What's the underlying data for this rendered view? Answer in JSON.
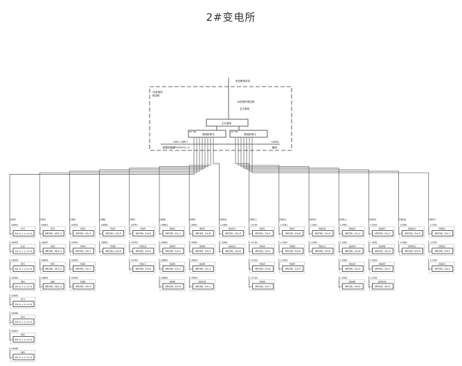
{
  "title": "2#变电所",
  "incoming_label": "来自配电总站",
  "substation_frame": {
    "name": "2#变电所",
    "sub": "低压柜",
    "note1": "2#变电所低压柜",
    "note2": "主计量柜"
  },
  "main_panel": "主计量柜",
  "left_panel": {
    "tag": "GAC-0N1",
    "label": "馈线柜单元"
  },
  "right_panel": {
    "tag": "GAC-0N2",
    "label": "馈线柜单元"
  },
  "bus_left_label": "COM1-COM17",
  "bus_left_note": "数据采集器RVVSP2X1.0",
  "bus_right_label": "COM18",
  "bus_right_note": "备用",
  "columns": [
    {
      "com": "COM3",
      "items": [
        {
          "loop": "L0G01",
          "name": "G11",
          "model": "BMA-01-4-12-20-H9"
        },
        {
          "loop": "L0G02",
          "name": "G12",
          "model": "BMA-01-4-12-20-H9"
        },
        {
          "loop": "L0G03",
          "name": "GR1",
          "model": "BMA-01-4-12-20-H9"
        },
        {
          "loop": "L0G04",
          "name": "GR1",
          "model": "BMA-01-4-12-20-H9"
        },
        {
          "loop": "L0G05",
          "name": "GY1",
          "model": "BMA-01-4-12-20-H9"
        },
        {
          "loop": "L0G06",
          "name": "GY2",
          "model": "BMA-01-4-12-20-H9"
        },
        {
          "loop": "L0G07",
          "name": "GR2",
          "model": "BMA-01-4-12-20-H9"
        },
        {
          "loop": "L0G08",
          "name": "GW1",
          "model": "BMA-01-4-12-20-H9"
        }
      ]
    },
    {
      "com": "COM4",
      "items": [
        {
          "loop": "L0A01",
          "name": "GZ2",
          "model": "AMC96L-AE3+1"
        },
        {
          "loop": "L0A02",
          "name": "GR2",
          "model": "AMC96L-AE3+1"
        },
        {
          "loop": "L0A03",
          "name": "GR2",
          "model": "AMC96L-AE3+1"
        },
        {
          "loop": "L0A04",
          "name": "GW2",
          "model": "AMC96L-AE3+1"
        }
      ]
    },
    {
      "com": "COM5",
      "items": [
        {
          "loop": "L0501",
          "name": "7AA1",
          "model": "AMC96L-E4+1"
        },
        {
          "loop": "L0502",
          "name": "7AA4",
          "model": "AMC96L-E4+1"
        },
        {
          "loop": "L0503",
          "name": "7AA5",
          "model": "AMC96L-E4+7"
        },
        {
          "loop": "L0504",
          "name": "7AA6",
          "model": "AMC96L-E4+9"
        }
      ]
    },
    {
      "com": "COM6",
      "items": [
        {
          "loop": "L0601",
          "name": "7AA7",
          "model": "AMC96L-E4+9"
        },
        {
          "loop": "L0602",
          "name": "7AA8",
          "model": "AMC96L-E4+9"
        }
      ]
    },
    {
      "com": "COM7",
      "items": [
        {
          "loop": "L0701",
          "name": "7AA9",
          "model": "AMC96L-E4+8"
        },
        {
          "loop": "L0702",
          "name": "7AA10",
          "model": "AMC96L-E4+9"
        },
        {
          "loop": "L0703",
          "name": "7AA11",
          "model": "AMC96L-E4+6"
        }
      ]
    },
    {
      "com": "COM8",
      "items": [
        {
          "loop": "L0801",
          "name": "8AA1",
          "model": "AMC96L-E4+1"
        },
        {
          "loop": "L0802",
          "name": "8AA4",
          "model": "AMC96L-E4+7"
        },
        {
          "loop": "L0803",
          "name": "8AA5",
          "model": "AMC96L-E4+7"
        },
        {
          "loop": "L0804",
          "name": "8AA6",
          "model": "AMC96L-E4+9"
        }
      ]
    },
    {
      "com": "COM9",
      "items": [
        {
          "loop": "L0901",
          "name": "8AA7",
          "model": "AMC96L-E4+8"
        },
        {
          "loop": "L0902",
          "name": "8AA8",
          "model": "AMC96L-E4+5"
        },
        {
          "loop": "L0903",
          "name": "8AA9",
          "model": "AMC96L-E4+1"
        },
        {
          "loop": "L0904",
          "name": "8AA10",
          "model": "AMC96L-E4+1"
        }
      ]
    },
    {
      "com": "COM10",
      "items": [
        {
          "loop": "L1001",
          "name": "8AA11",
          "model": "AMC96L-E4+8"
        },
        {
          "loop": "L1002",
          "name": "8AA12",
          "model": "AMC96L-E4+8"
        }
      ]
    },
    {
      "com": "COM11",
      "items": [
        {
          "loop": "L1101",
          "name": "9AA1",
          "model": "AMC96L-E4+1"
        },
        {
          "loop": "L1102",
          "name": "9AA4",
          "model": "AMC96L-E4+1"
        },
        {
          "loop": "L1103",
          "name": "9AA5",
          "model": "AMC96L-E4+6"
        },
        {
          "loop": "L1104",
          "name": "9AA6",
          "model": "AMC96L-E4+7"
        }
      ]
    },
    {
      "com": "COM12",
      "items": [
        {
          "loop": "L1201",
          "name": "9AA7",
          "model": "AMC96L-E4+8"
        },
        {
          "loop": "L1202",
          "name": "9AA8",
          "model": "AMC96L-E4+6"
        },
        {
          "loop": "L1203",
          "name": "9AA9",
          "model": "AMC96L-E4+9"
        }
      ]
    },
    {
      "com": "COM13",
      "items": [
        {
          "loop": "L1301",
          "name": "9AA10",
          "model": "AMC96L-E4+9"
        },
        {
          "loop": "L1302",
          "name": "9AA11",
          "model": "AMC96L-E4+9"
        }
      ]
    },
    {
      "com": "COM14",
      "items": [
        {
          "loop": "L1401",
          "name": "10AA1",
          "model": "AMC96L-E4+1"
        },
        {
          "loop": "L1402",
          "name": "10AA4",
          "model": "AMC96L-E4+6"
        },
        {
          "loop": "L1403",
          "name": "10AA5",
          "model": "AMC96L-E4+4"
        },
        {
          "loop": "L1404",
          "name": "10AA6",
          "model": "AMC96L-E4+9"
        }
      ]
    },
    {
      "com": "COM15",
      "items": [
        {
          "loop": "L1501",
          "name": "10AA7",
          "model": "AMC96L-E4+7"
        },
        {
          "loop": "L1502",
          "name": "10AA8",
          "model": "AMC96L-E4+9"
        },
        {
          "loop": "L1503",
          "name": "10AA9",
          "model": "AMC96L-E4+1"
        },
        {
          "loop": "L1504",
          "name": "10AA10",
          "model": "AMC96L-E4+1"
        }
      ]
    },
    {
      "com": "COM16",
      "items": [
        {
          "loop": "L1601",
          "name": "10AA11",
          "model": "AMC96L-E4+9"
        },
        {
          "loop": "L1602",
          "name": "10AA12",
          "model": "AMC96L-E4+9"
        }
      ]
    },
    {
      "com": "COM17",
      "items": [
        {
          "loop": "L1701",
          "name": "2GAA1",
          "model": "AMC96L-E4+1"
        },
        {
          "loop": "L1702",
          "name": "2GAA2",
          "model": "AMC96L-E4+2"
        },
        {
          "loop": "L1703",
          "name": "2GAA3",
          "model": "AMC96L-E4+2"
        }
      ]
    }
  ]
}
